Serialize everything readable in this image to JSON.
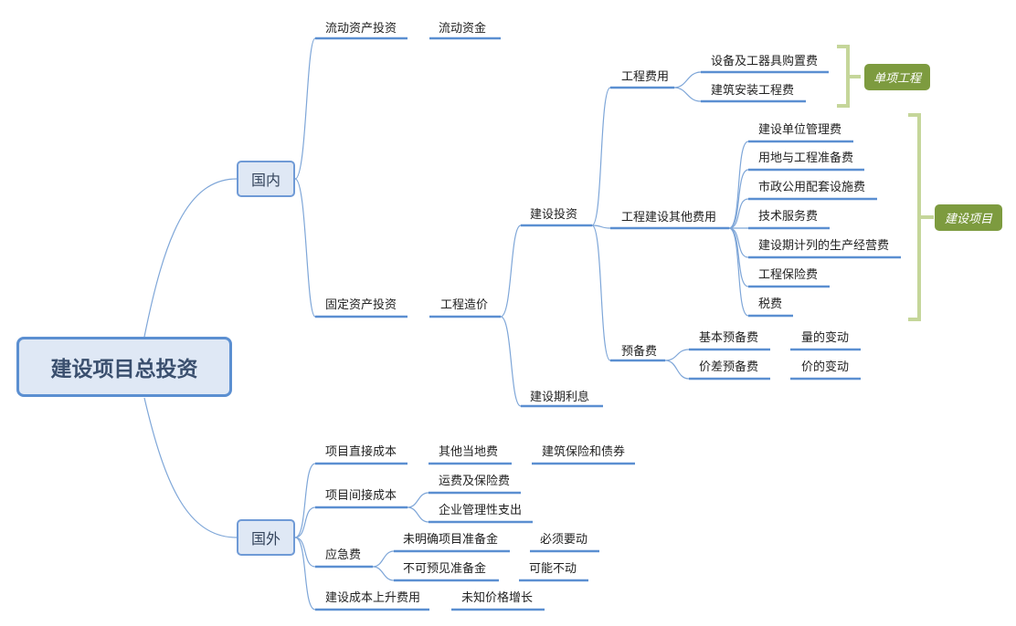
{
  "root": "建设项目总投资",
  "domestic": {
    "label": "国内",
    "working": {
      "label": "流动资产投资",
      "child": "流动资金"
    },
    "fixed": {
      "label": "固定资产投资",
      "engineering_cost": "工程造价",
      "construction_investment": "建设投资",
      "engineering_fee": {
        "label": "工程费用",
        "items": [
          "设备及工器具购置费",
          "建筑安装工程费"
        ],
        "bracket_label": "单项工程"
      },
      "other_fee": {
        "label": "工程建设其他费用",
        "items": [
          "建设单位管理费",
          "用地与工程准备费",
          "市政公用配套设施费",
          "技术服务费",
          "建设期计列的生产经营费",
          "工程保险费",
          "税费"
        ],
        "bracket_label": "建设项目"
      },
      "reserve": {
        "label": "预备费",
        "basic": {
          "label": "基本预备费",
          "child": "量的变动"
        },
        "price": {
          "label": "价差预备费",
          "child": "价的变动"
        }
      },
      "interest": "建设期利息"
    }
  },
  "foreign": {
    "label": "国外",
    "direct": {
      "label": "项目直接成本",
      "child": "其他当地费",
      "grandchild": "建筑保险和债券"
    },
    "indirect": {
      "label": "项目间接成本",
      "items": [
        "运费及保险费",
        "企业管理性支出"
      ]
    },
    "contingency": {
      "label": "应急费",
      "unspecified": {
        "label": "未明确项目准备金",
        "child": "必须要动"
      },
      "unforeseen": {
        "label": "不可预见准备金",
        "child": "可能不动"
      }
    },
    "rising": {
      "label": "建设成本上升费用",
      "child": "未知价格增长"
    }
  },
  "colors": {
    "connector": "#7ea6d8",
    "underline": "#5b8fd1",
    "bracket": "#c5d69a",
    "tag": "#7d9b3f",
    "node_fill": "#dfe8f5"
  }
}
